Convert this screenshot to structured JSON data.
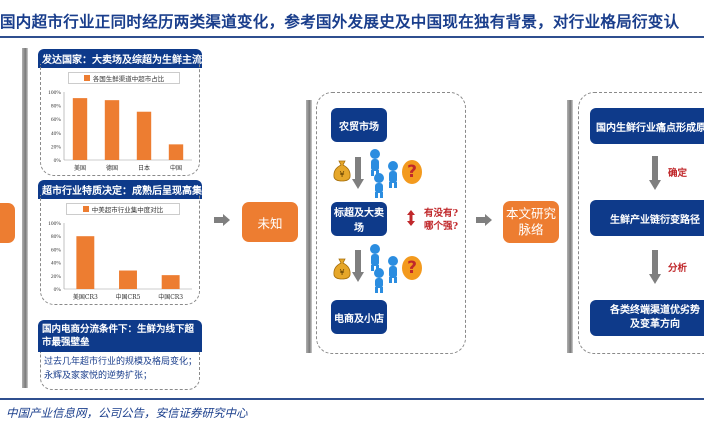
{
  "title": "国内超市行业正同时经历两类渠道变化，参考国外发展史及中国现在独有背景，对行业格局衍变认",
  "left_panel": {
    "chart1": {
      "header": "发达国家：大卖场及综超为生鲜主流渠道"
    },
    "chart2": {
      "header": "超市行业特质决定：成熟后呈现高集中度"
    },
    "text_box": {
      "header": "国内电商分流条件下：生鲜为线下超市最强壁垒",
      "lines": [
        "过去几年超市行业的规模及格局变化；",
        "永辉及家家悦的逆势扩张；"
      ]
    }
  },
  "unknown_label": "未知",
  "middle_panel": {
    "box1": "农贸市场",
    "box2": "标超及大卖场",
    "box3": "电商及小店",
    "question_text": [
      "有没有?",
      "哪个强?"
    ]
  },
  "research_label": [
    "本文研究",
    "脉络"
  ],
  "right_panel": {
    "box1": "国内生鲜行业痛点形成原因",
    "step1_label": "确定",
    "box2": "生鲜产业链衍变路径",
    "step2_label": "分析",
    "box3": [
      "各类终端渠道优劣势",
      "及变革方向"
    ]
  },
  "source": "中国产业信息网，公司公告，安信证券研究中心",
  "colors": {
    "navy": "#0e3a8a",
    "orange": "#ed7d31",
    "red": "#c0282b",
    "title": "#1a3e8c"
  },
  "chart_data": [
    {
      "type": "bar",
      "title": "各国生鲜渠道中超市占比",
      "legend": "各国生鲜渠道中超市占比",
      "categories": [
        "美国",
        "德国",
        "日本",
        "中国"
      ],
      "values": [
        91,
        88,
        71,
        23
      ],
      "yticks": [
        "0%",
        "20%",
        "40%",
        "60%",
        "80%",
        "100%"
      ],
      "ylim": [
        0,
        100
      ],
      "unit": "%"
    },
    {
      "type": "bar",
      "title": "中美超市行业集中度对比",
      "legend": "中美超市行业集中度对比",
      "categories": [
        "美国CR3",
        "中国CR5",
        "中国CR3"
      ],
      "values": [
        80,
        28,
        21
      ],
      "yticks": [
        "0%",
        "20%",
        "40%",
        "60%",
        "80%",
        "100%"
      ],
      "ylim": [
        0,
        100
      ],
      "unit": "%"
    }
  ]
}
